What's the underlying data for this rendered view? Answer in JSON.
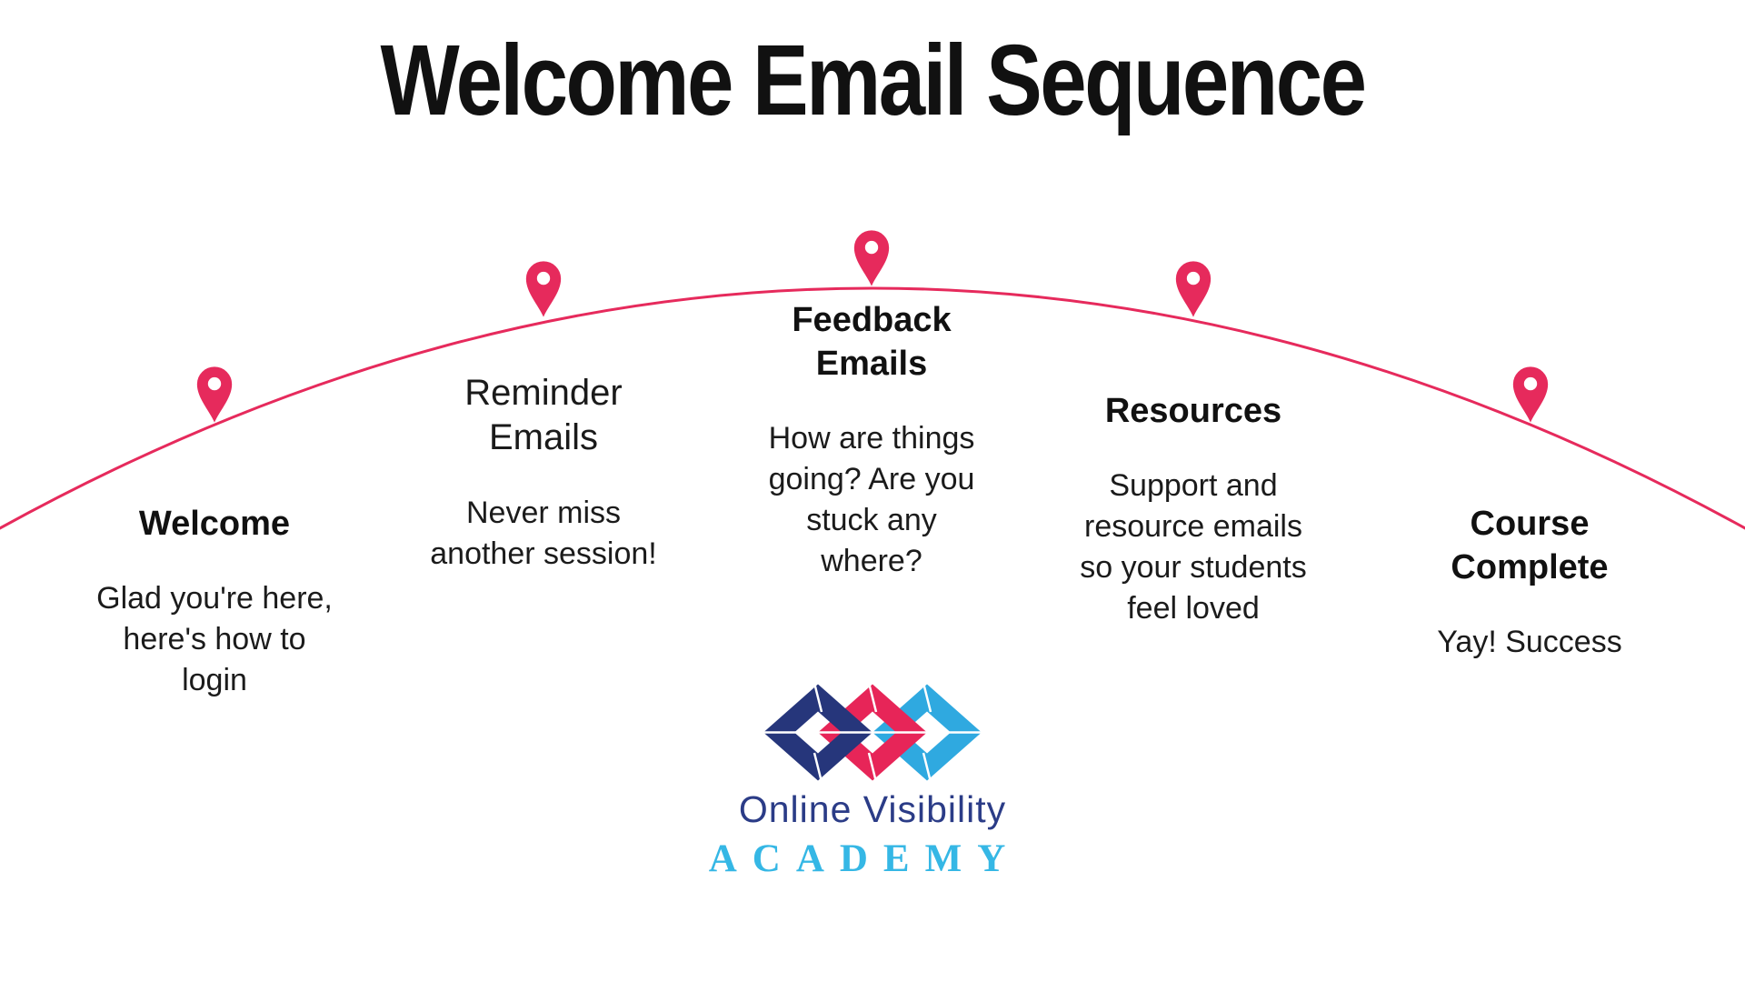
{
  "title": "Welcome Email Sequence",
  "colors": {
    "accent": "#e62a5c",
    "heading_text": "#111111",
    "body_text": "#1b1b1b"
  },
  "stages": [
    {
      "heading": "Welcome",
      "body": "Glad you're here,\nhere's how to\nlogin"
    },
    {
      "heading": "Reminder\nEmails",
      "body": "Never miss\nanother session!"
    },
    {
      "heading": "Feedback\nEmails",
      "body": "How are things\ngoing? Are you\nstuck any\nwhere?"
    },
    {
      "heading": "Resources",
      "body": "Support and\nresource emails\nso your students\nfeel loved"
    },
    {
      "heading": "Course\nComplete",
      "body": "Yay! Success"
    }
  ],
  "logo": {
    "name": "Online Visibility",
    "subname": "ACADEMY",
    "colors": {
      "navy": "#26367b",
      "crimson": "#e72558",
      "blue": "#2fa9e0",
      "name_text": "#2b3c87",
      "subname_text": "#35b7e5"
    }
  }
}
